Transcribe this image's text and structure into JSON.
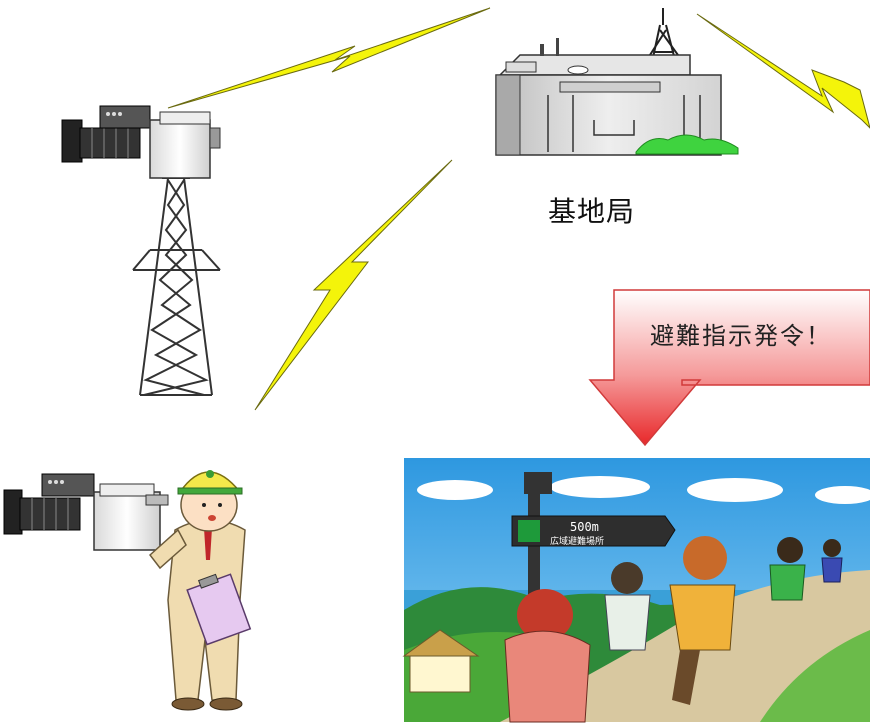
{
  "labels": {
    "base_station": "基地局",
    "evacuation_order": "避難指示発令！"
  },
  "scene": {
    "sign_distance": "500m",
    "sign_place": "広域避難場所"
  },
  "colors": {
    "lightning": "#f4f40a",
    "arrow_top": "#ffffff",
    "arrow_bottom": "#e8282a",
    "sky": "#3aa3e4",
    "helmet": "#f3e84b"
  },
  "icons": [
    "camera-tower-icon",
    "base-station-icon",
    "lightning-icon",
    "down-arrow-icon",
    "worker-with-camera-icon",
    "evacuation-scene-image"
  ]
}
